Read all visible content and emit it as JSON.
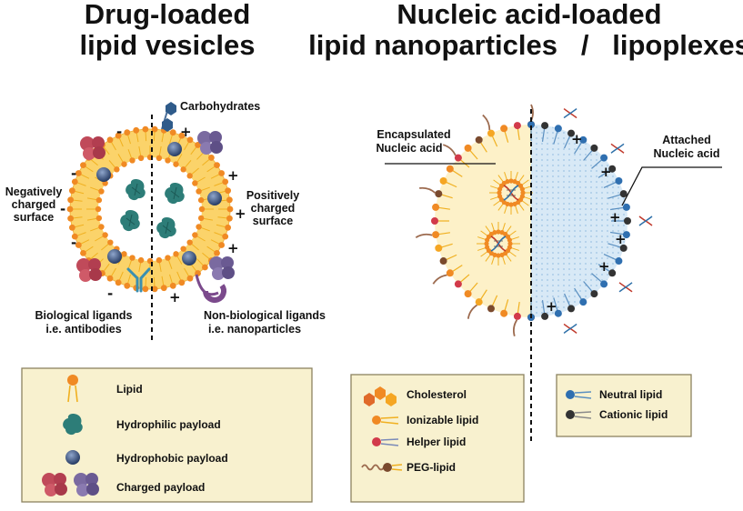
{
  "titles": {
    "left_line1": "Drug-loaded",
    "left_line2": "lipid vesicles",
    "right_line1": "Nucleic acid-loaded",
    "right_line2": "lipid nanoparticles   /   lipoplexes"
  },
  "vesicle_labels": {
    "carbohydrates": "Carbohydrates",
    "negative_1": "Negatively",
    "negative_2": "charged",
    "negative_3": "surface",
    "positive_1": "Positively",
    "positive_2": "charged",
    "positive_3": "surface",
    "bio_1": "Biological ligands",
    "bio_2": "i.e. antibodies",
    "nonbio_1": "Non-biological ligands",
    "nonbio_2": "i.e. nanoparticles",
    "minus": "-",
    "plus": "+"
  },
  "lnp_labels": {
    "encapsulated_1": "Encapsulated",
    "encapsulated_2": "Nucleic acid",
    "attached_1": "Attached",
    "attached_2": "Nucleic acid"
  },
  "legend_left": {
    "items": [
      "Lipid",
      "Hydrophilic payload",
      "Hydrophobic payload",
      "Charged payload"
    ]
  },
  "legend_mid": {
    "items": [
      "Cholesterol",
      "Ionizable lipid",
      "Helper lipid",
      "PEG-lipid"
    ]
  },
  "legend_right": {
    "items": [
      "Neutral lipid",
      "Cationic lipid"
    ]
  },
  "colors": {
    "lipid_head": "#f08a24",
    "membrane": "#fbd36a",
    "legend_bg": "#f8f1cf",
    "teal": "#2d7d78",
    "blue_bead": "#3f5a86",
    "red_payload": "#c04a5a",
    "purple_payload": "#7a6aa0",
    "neutral_head": "#2f6fb0",
    "cationic_head": "#333333",
    "helper_head": "#d23a4a",
    "peg_chain": "#9c6a4e",
    "core_blue": "#cfe3f3"
  }
}
